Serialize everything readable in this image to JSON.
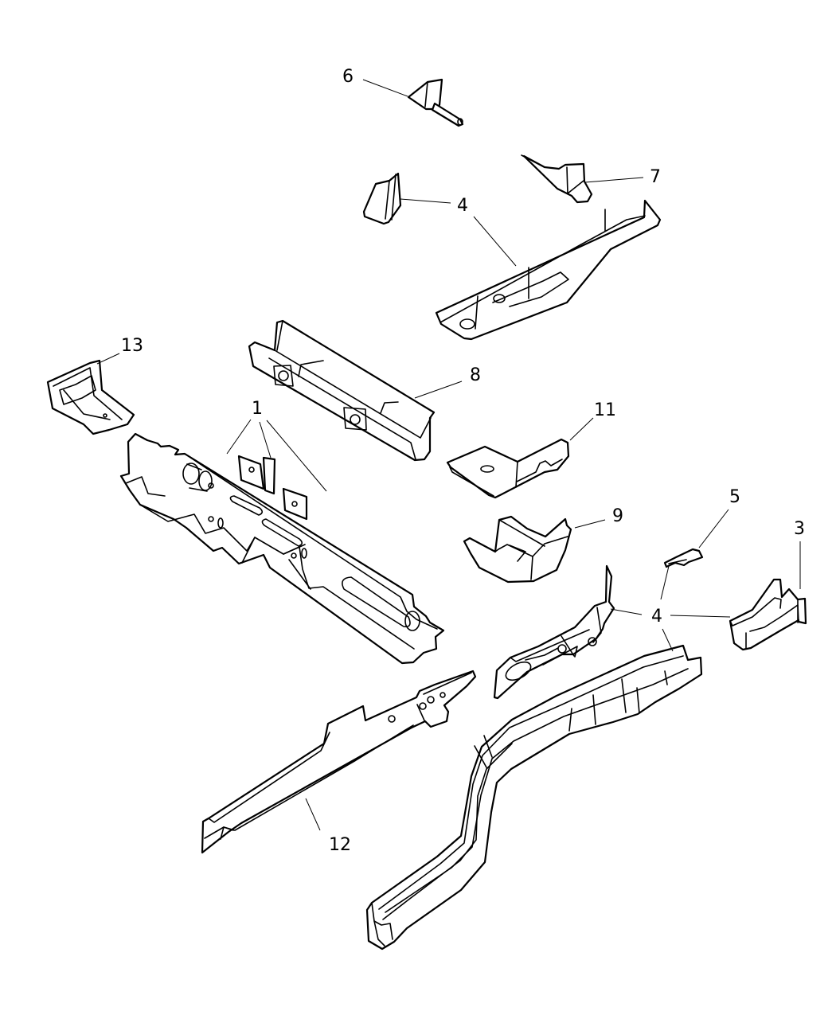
{
  "diagram": {
    "type": "exploded parts diagram",
    "subject": "floor pan / frame rail assembly",
    "callouts": {
      "c6": "6",
      "c7": "7",
      "c4_top": "4",
      "c13": "13",
      "c8": "8",
      "c1": "1",
      "c11": "11",
      "c9": "9",
      "c5": "5",
      "c3": "3",
      "c4_lower": "4",
      "c12": "12"
    },
    "parts": [
      {
        "number": "1",
        "description": "crossmember with two plates"
      },
      {
        "number": "3",
        "description": "rear rail extension bracket"
      },
      {
        "number": "4",
        "description": "frame rail reinforcements (multiple pieces)"
      },
      {
        "number": "5",
        "description": "small bracket"
      },
      {
        "number": "6",
        "description": "bracket with stud"
      },
      {
        "number": "7",
        "description": "bracket with stud"
      },
      {
        "number": "8",
        "description": "crossmember channel"
      },
      {
        "number": "9",
        "description": "bracket"
      },
      {
        "number": "11",
        "description": "bracket"
      },
      {
        "number": "12",
        "description": "sill rail"
      },
      {
        "number": "13",
        "description": "corner bracket"
      }
    ]
  }
}
